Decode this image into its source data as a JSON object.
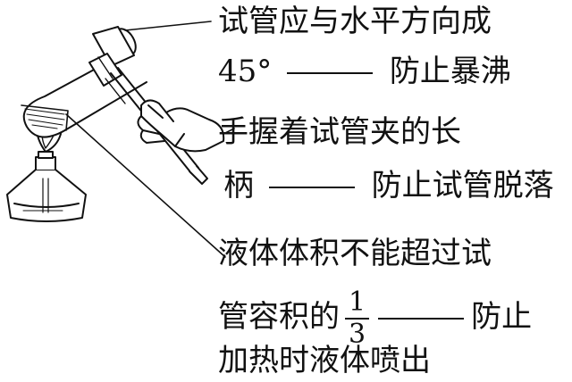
{
  "annotations": {
    "angle": {
      "line1": "试管应与水平方向成",
      "line2_value": "45°",
      "line2_reason": "防止暴沸"
    },
    "grip": {
      "line1": "手握着试管夹的长",
      "line2_word": "柄",
      "line2_reason": "防止试管脱落"
    },
    "volume": {
      "line1": "液体体积不能超过试",
      "line2_prefix": "管容积的",
      "fraction_numerator": "1",
      "fraction_denominator": "3",
      "line2_reason": "防止",
      "line3": "加热时液体喷出"
    }
  },
  "colors": {
    "ink": "#111111",
    "background": "#ffffff"
  }
}
